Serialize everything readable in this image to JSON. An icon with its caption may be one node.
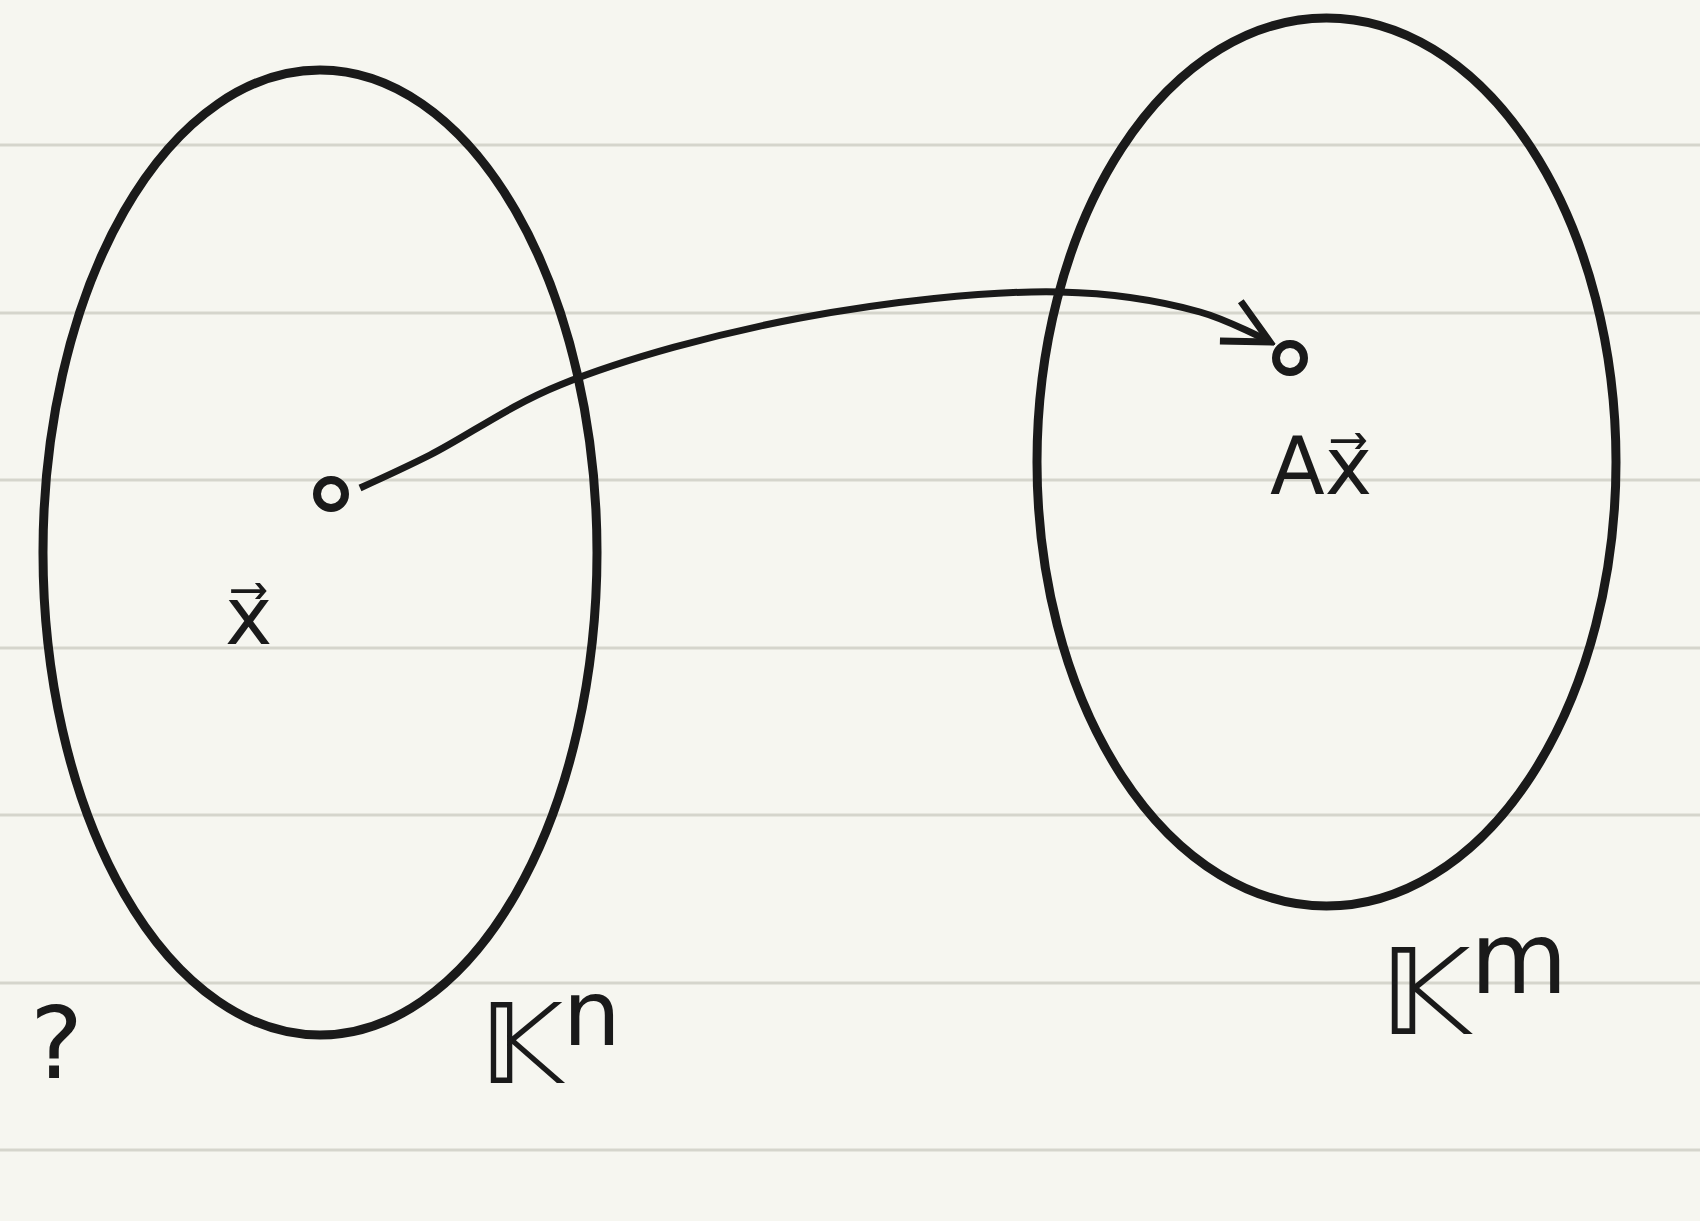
{
  "diagram": {
    "nodes": [
      {
        "text": [],
        "shape": "ellipse",
        "beside": [
          "𝕂$^{n}$"
        ]
      },
      {
        "text": [
          "x⃗"
        ],
        "in": 0
      },
      {
        "text": [],
        "shape": "ellipse",
        "beside": [
          "𝕂$^{m}$"
        ]
      },
      {
        "text": [
          "Ax⃗"
        ],
        "in": 2
      }
    ],
    "edges": [
      {
        "from": 1,
        "to": 3,
        "arrow": "to"
      }
    ],
    "labels": [
      "?"
    ]
  }
}
